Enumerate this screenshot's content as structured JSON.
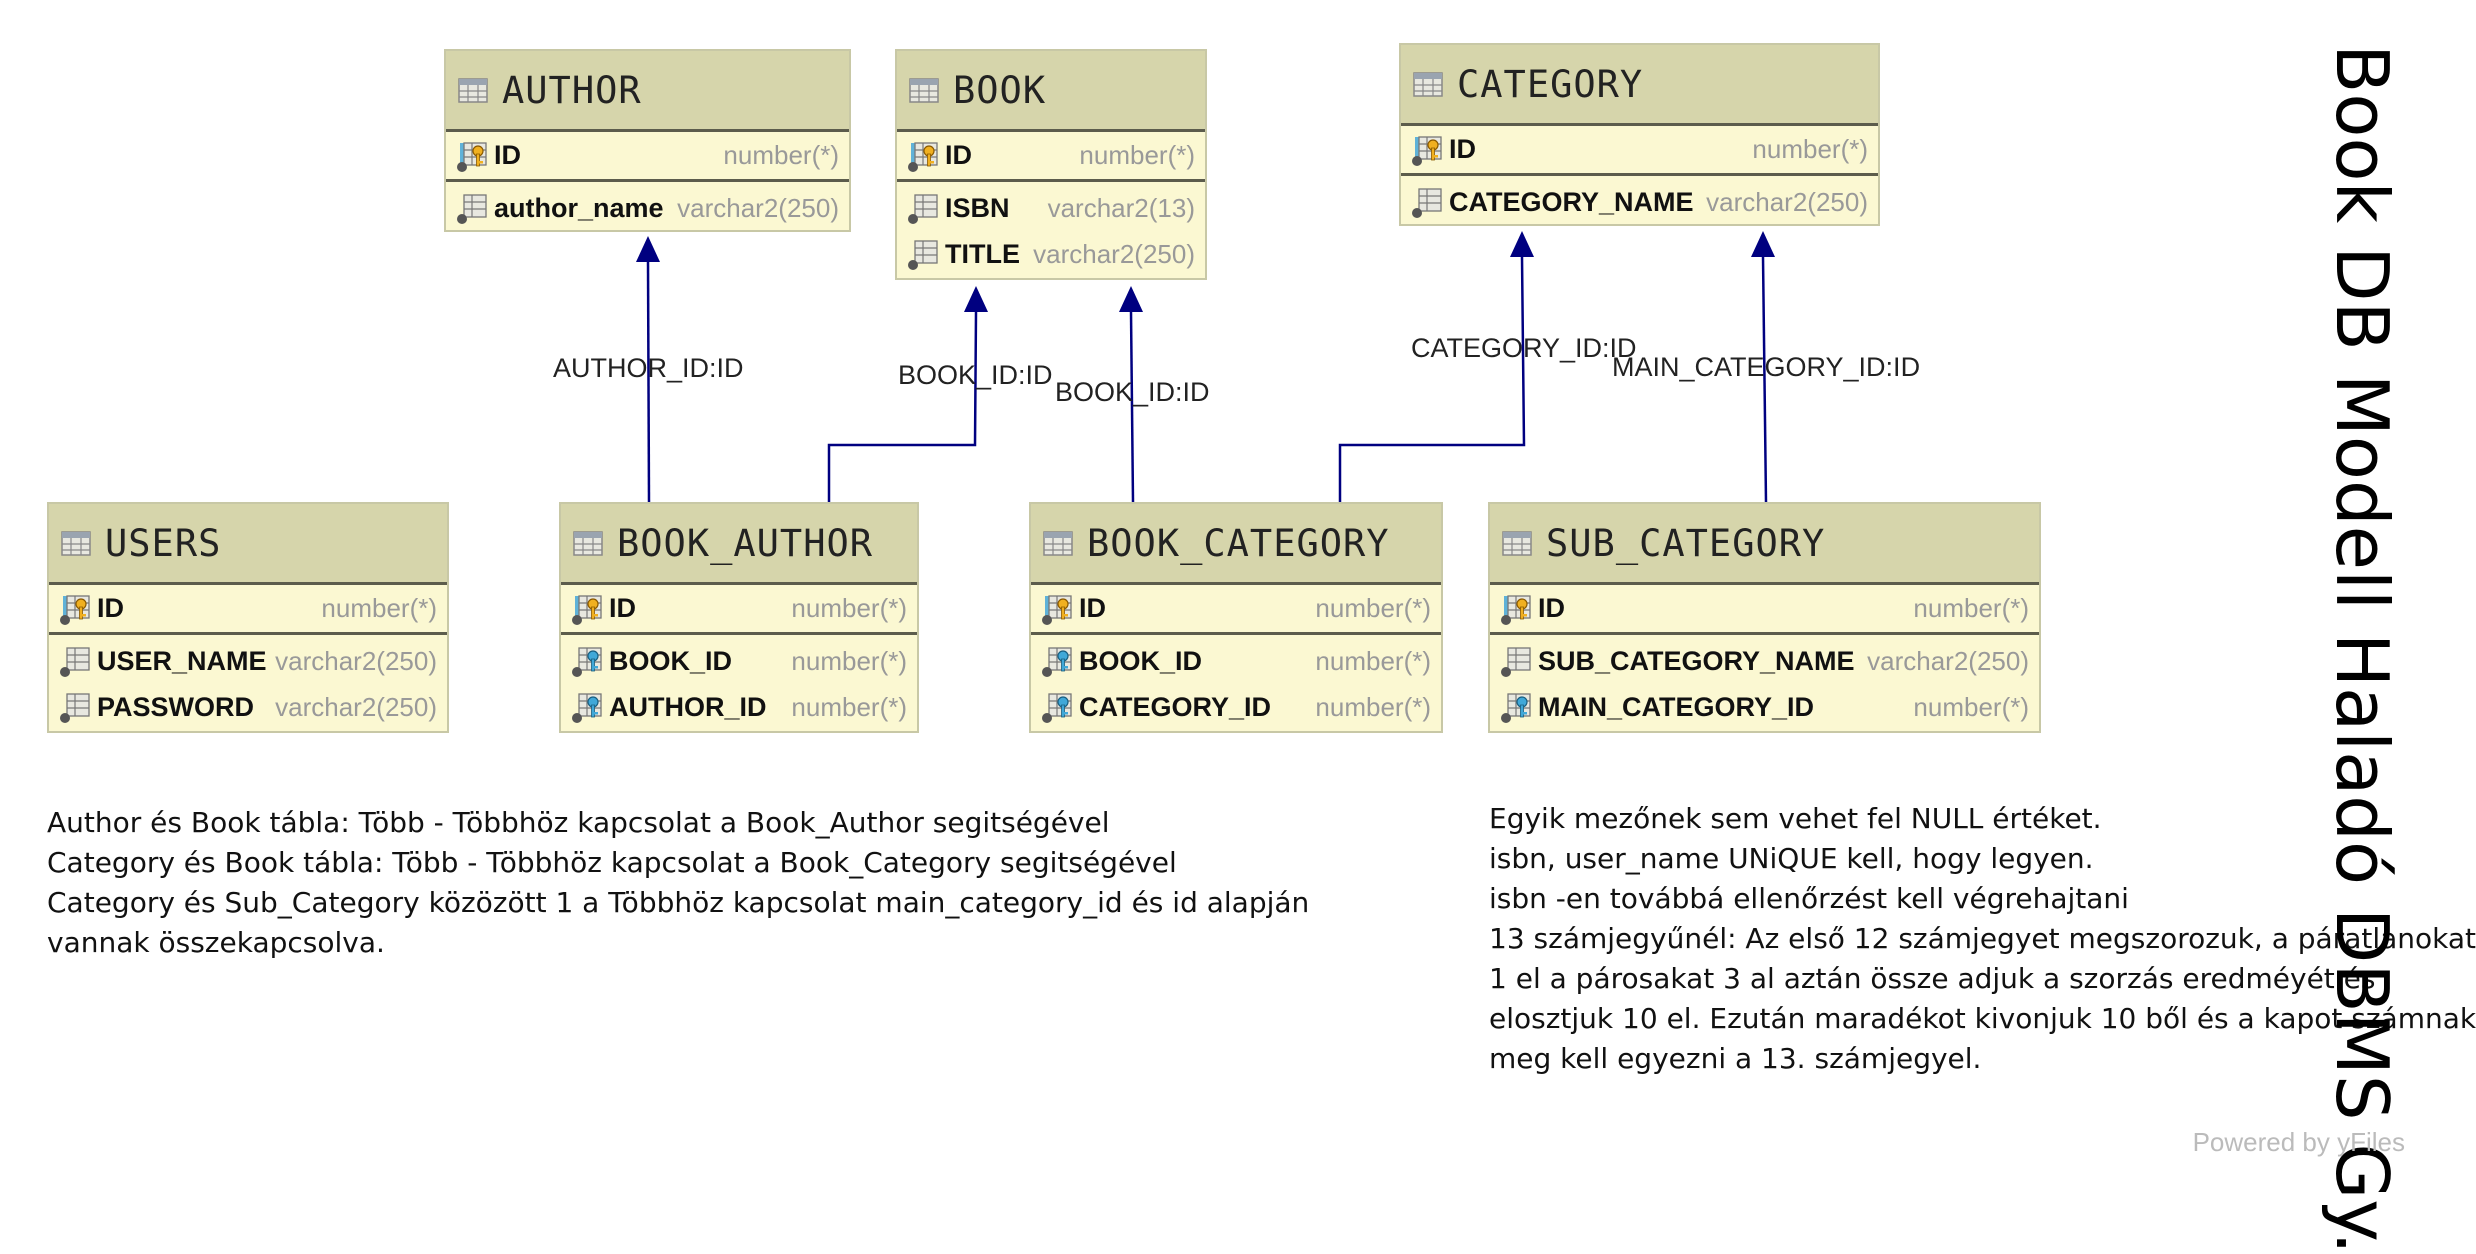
{
  "title_lines": [
    "Book DB Modell",
    "Haladó DBMS Gy."
  ],
  "tables": {
    "author": {
      "name": "AUTHOR",
      "columns": [
        {
          "name": "ID",
          "type": "number(*)",
          "kind": "pk"
        },
        {
          "name": "author_name",
          "type": "varchar2(250)",
          "kind": "col"
        }
      ]
    },
    "book": {
      "name": "BOOK",
      "columns": [
        {
          "name": "ID",
          "type": "number(*)",
          "kind": "pk"
        },
        {
          "name": "ISBN",
          "type": "varchar2(13)",
          "kind": "col"
        },
        {
          "name": "TITLE",
          "type": "varchar2(250)",
          "kind": "col"
        }
      ]
    },
    "category": {
      "name": "CATEGORY",
      "columns": [
        {
          "name": "ID",
          "type": "number(*)",
          "kind": "pk"
        },
        {
          "name": "CATEGORY_NAME",
          "type": "varchar2(250)",
          "kind": "col"
        }
      ]
    },
    "users": {
      "name": "USERS",
      "columns": [
        {
          "name": "ID",
          "type": "number(*)",
          "kind": "pk"
        },
        {
          "name": "USER_NAME",
          "type": "varchar2(250)",
          "kind": "col"
        },
        {
          "name": "PASSWORD",
          "type": "varchar2(250)",
          "kind": "col"
        }
      ]
    },
    "book_author": {
      "name": "BOOK_AUTHOR",
      "columns": [
        {
          "name": "ID",
          "type": "number(*)",
          "kind": "pk"
        },
        {
          "name": "BOOK_ID",
          "type": "number(*)",
          "kind": "fk"
        },
        {
          "name": "AUTHOR_ID",
          "type": "number(*)",
          "kind": "fk"
        }
      ]
    },
    "book_category": {
      "name": "BOOK_CATEGORY",
      "columns": [
        {
          "name": "ID",
          "type": "number(*)",
          "kind": "pk"
        },
        {
          "name": "BOOK_ID",
          "type": "number(*)",
          "kind": "fk"
        },
        {
          "name": "CATEGORY_ID",
          "type": "number(*)",
          "kind": "fk"
        }
      ]
    },
    "sub_category": {
      "name": "SUB_CATEGORY",
      "columns": [
        {
          "name": "ID",
          "type": "number(*)",
          "kind": "pk"
        },
        {
          "name": "SUB_CATEGORY_NAME",
          "type": "varchar2(250)",
          "kind": "col"
        },
        {
          "name": "MAIN_CATEGORY_ID",
          "type": "number(*)",
          "kind": "fk"
        }
      ]
    }
  },
  "relations": [
    {
      "label": "AUTHOR_ID:ID"
    },
    {
      "label": "BOOK_ID:ID"
    },
    {
      "label": "BOOK_ID:ID"
    },
    {
      "label": "CATEGORY_ID:ID"
    },
    {
      "label": "MAIN_CATEGORY_ID:ID"
    }
  ],
  "notes_left": [
    "Author és Book tábla: Több - Többhöz kapcsolat a Book_Author segitségével",
    "Category és Book tábla: Több - Többhöz kapcsolat a Book_Category segitségével",
    "Category és Sub_Category közözött 1 a Többhöz kapcsolat main_category_id és id alapján",
    "vannak összekapcsolva."
  ],
  "notes_right": [
    "Egyik mezőnek sem vehet fel NULL értéket.",
    "isbn, user_name UNiQUE kell, hogy legyen.",
    "isbn -en továbbá ellenőrzést kell végrehajtani",
    "13 számjegyűnél: Az első 12 számjegyet megszorozuk, a páratlanokat",
    "1 el a párosakat 3 al aztán össze adjuk a szorzás eredméyét és",
    "elosztjuk 10 el. Ezután maradékot kivonjuk 10 ből és a kapot számnak",
    "meg kell egyezni a 13. számjegyel."
  ],
  "footer": "Powered by yFiles",
  "colors": {
    "edge": "#000080",
    "header": "#d6d5ab",
    "body": "#fbf8d2",
    "type_text": "#999999"
  },
  "icons": {
    "table": "table-grid-icon",
    "pk": "primary-key-icon",
    "fk": "foreign-key-icon",
    "col": "column-icon"
  }
}
